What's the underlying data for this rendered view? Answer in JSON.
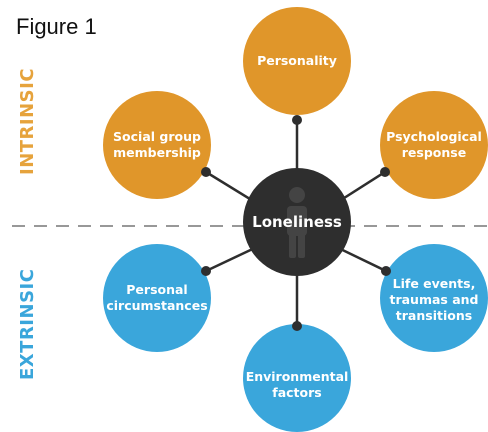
{
  "figure_title": "Figure 1",
  "side_labels": {
    "intrinsic": "INTRINSIC",
    "extrinsic": "EXTRINSIC"
  },
  "center": {
    "label": "Loneliness"
  },
  "nodes": [
    {
      "label": "Personality"
    },
    {
      "label": "Social group\nmembership"
    },
    {
      "label": "Psychological\nresponse"
    },
    {
      "label": "Personal\ncircumstances"
    },
    {
      "label": "Life events,\ntraumas and\ntransitions"
    },
    {
      "label": "Environmental\nfactors"
    }
  ],
  "colors": {
    "intrinsic": "#E0962A",
    "extrinsic": "#3AA6DB",
    "center": "#2E2E2E",
    "connector": "#2E2E2E",
    "intrinsic_text": "#E6A33C",
    "extrinsic_text": "#3AA6DB",
    "divider": "#777777"
  }
}
